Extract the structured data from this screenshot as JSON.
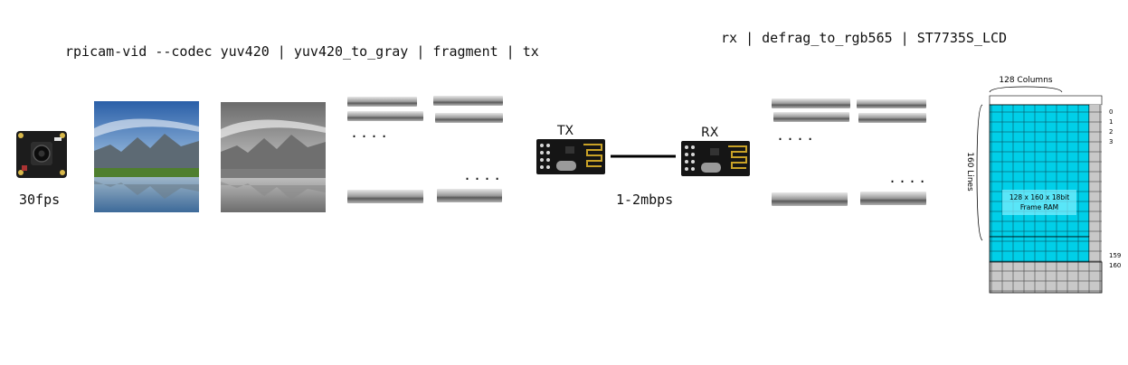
{
  "tx_pipeline_command": "rpicam-vid --codec yuv420 | yuv420_to_gray | fragment | tx",
  "rx_pipeline_command": "rx | defrag_to_rgb565 | ST7735S_LCD",
  "camera": {
    "fps_label": "30fps"
  },
  "radio": {
    "tx_label": "TX",
    "rx_label": "RX",
    "link_rate_label": "1-2mbps"
  },
  "fragment_ellipsis": "....",
  "lcd": {
    "columns_label": "128 Columns",
    "lines_label": "160 Lines",
    "frame_ram_label_1": "128 x 160 x 18bit",
    "frame_ram_label_2": "Frame RAM",
    "row_numbers_right": [
      "0",
      "1",
      "2",
      "3",
      "159",
      "160"
    ]
  },
  "colors": {
    "lcd_fill": "#00cfe8",
    "lcd_gray": "#c8c8c8",
    "module_body": "#1a1a1a",
    "antenna_gold": "#c9a227"
  }
}
